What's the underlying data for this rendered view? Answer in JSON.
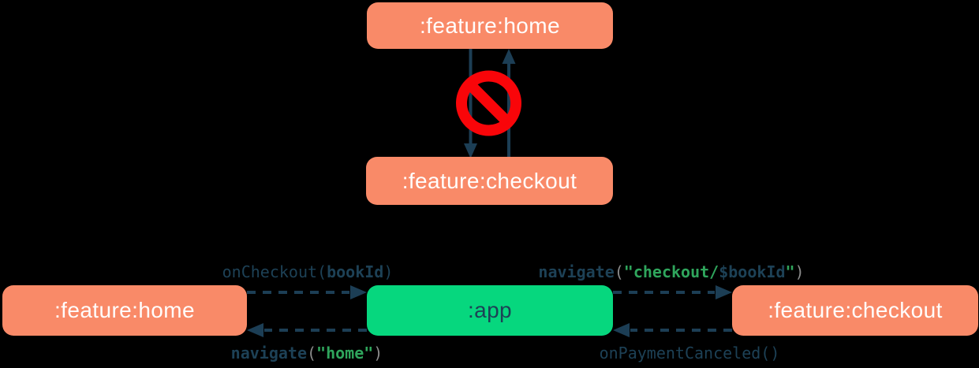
{
  "colors": {
    "background": "#000000",
    "module_box": "#F98A68",
    "app_box": "#06D77E",
    "module_text": "#FFFDFC",
    "arrow_navy": "#1C3E55",
    "code_navy": "#1D4156",
    "code_green": "#2FA55C",
    "code_gray": "#8C8C8C",
    "forbidden_red": "#F90509"
  },
  "top_diagram": {
    "home": ":feature:home",
    "checkout": ":feature:checkout",
    "forbidden_icon": "no-entry-sign"
  },
  "bottom_diagram": {
    "home": ":feature:home",
    "app": ":app",
    "checkout": ":feature:checkout"
  },
  "labels": {
    "on_checkout": {
      "fn": "onCheckout",
      "open": "(",
      "arg": "bookId",
      "close": ")"
    },
    "navigate_home": {
      "fn": "navigate",
      "open": "(",
      "str": "\"home\"",
      "close": ")"
    },
    "navigate_checkout": {
      "fn": "navigate",
      "open": "(",
      "str_open": "\"checkout/",
      "variable": "$bookId",
      "str_close": "\"",
      "close": ")"
    },
    "on_payment_canceled": {
      "fn": "onPaymentCanceled",
      "parens": "()"
    }
  }
}
